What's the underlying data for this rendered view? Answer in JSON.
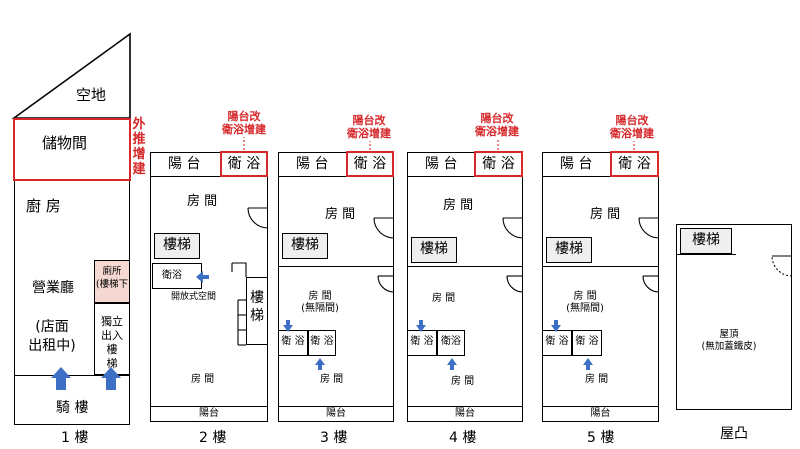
{
  "floor1": {
    "vacant_lot": "空地",
    "storage": "儲物間",
    "push_out_note": [
      "外",
      "推",
      "增",
      "建"
    ],
    "kitchen": "廚 房",
    "business_hall": "營業廳",
    "shop_rental": [
      "(店面",
      "出租中)"
    ],
    "toilet_under_stairs": [
      "廁所",
      "(樓梯下"
    ],
    "independent_stairs": [
      "獨立",
      "出入",
      "樓",
      "梯"
    ],
    "arcade": "騎 樓",
    "floor_label": "1 樓"
  },
  "floor2": {
    "balcony": "陽 台",
    "bathroom": "衛 浴",
    "bath_note": [
      "陽台改",
      "衛浴增建"
    ],
    "room_top": "房 間",
    "stairs": "樓梯",
    "small_bath": "衛浴",
    "open_space": "開放式空間",
    "stairs_side": [
      "樓",
      "梯"
    ],
    "room_bottom": "房 間",
    "front_balcony": "陽台",
    "floor_label": "2 樓"
  },
  "floor3": {
    "balcony": "陽 台",
    "bathroom": "衛 浴",
    "bath_note": [
      "陽台改",
      "衛浴增建"
    ],
    "room_top": "房 間",
    "stairs": "樓梯",
    "room_mid": [
      "房 間",
      "(無隔間)"
    ],
    "bath1": "衛 浴",
    "bath2": "衛 浴",
    "room_bottom": "房 間",
    "front_balcony": "陽台",
    "floor_label": "3 樓"
  },
  "floor4": {
    "balcony": "陽 台",
    "bathroom": "衛 浴",
    "bath_note": [
      "陽台改",
      "衛浴增建"
    ],
    "room_top": "房 間",
    "stairs": "樓梯",
    "room_mid": "房 間",
    "bath1": "衛 浴",
    "bath2": "衛浴",
    "room_bottom": "房 間",
    "front_balcony": "陽台",
    "floor_label": "4 樓"
  },
  "floor5": {
    "balcony": "陽 台",
    "bathroom": "衛 浴",
    "bath_note": [
      "陽台改",
      "衛浴增建"
    ],
    "room_top": "房 間",
    "stairs": "樓梯",
    "room_mid": [
      "房 間",
      "(無隔間)"
    ],
    "bath1": "衛 浴",
    "bath2": "衛 浴",
    "room_bottom": "房 間",
    "front_balcony": "陽台",
    "floor_label": "5 樓"
  },
  "roof": {
    "stairs": "樓梯",
    "rooftop": [
      "屋頂",
      "(無加蓋鐵皮)"
    ],
    "floor_label": "屋凸"
  },
  "colors": {
    "highlight": "#d6282b",
    "arrow": "#3d6fc4",
    "stairs_fill": "#efefef",
    "toilet_fill": "#f6d8d2"
  }
}
